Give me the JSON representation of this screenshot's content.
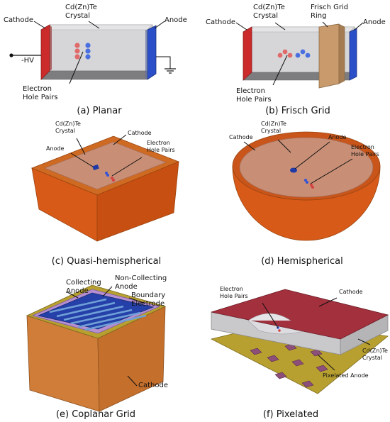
{
  "panels": {
    "a": {
      "caption": "(a) Planar",
      "cathode": "Cathode",
      "crystal": [
        "Cd(Zn)Te",
        "Crystal"
      ],
      "anode": "Anode",
      "bias": "-HV",
      "pairs": [
        "Electron",
        "Hole Pairs"
      ]
    },
    "b": {
      "caption": "(b) Frisch Grid",
      "cathode": "Cathode",
      "crystal": [
        "Cd(Zn)Te",
        "Crystal"
      ],
      "ring": [
        "Frisch Grid",
        "Ring"
      ],
      "anode": "Anode",
      "pairs": [
        "Electron",
        "Hole Pairs"
      ]
    },
    "c": {
      "caption": "(c) Quasi-hemispherical",
      "crystal": [
        "Cd(Zn)Te",
        "Crystal"
      ],
      "cathode": "Cathode",
      "anode": "Anode",
      "pairs": [
        "Electron",
        "Hole Pairs"
      ]
    },
    "d": {
      "caption": "(d) Hemispherical",
      "crystal": [
        "Cd(Zn)Te",
        "Crystal"
      ],
      "cathode": "Cathode",
      "anode": "Anode",
      "pairs": [
        "Electron",
        "Hole Pairs"
      ]
    },
    "e": {
      "caption": "(e) Coplanar Grid",
      "collecting": [
        "Collecting",
        "Anode"
      ],
      "noncollecting": [
        "Non-Collecting",
        "Anode"
      ],
      "boundary": [
        "Boundary",
        "Electrode"
      ],
      "cathode": "Cathode"
    },
    "f": {
      "caption": "(f) Pixelated",
      "pairs": [
        "Electron",
        "Hole Pairs"
      ],
      "cathode": "Cathode",
      "crystal": [
        "Cd(Zn)Te",
        "Crystal"
      ],
      "anode": "Pixelated Anode"
    }
  },
  "colors": {
    "cathode_red": "#cc2b2b",
    "anode_blue": "#2b4fc9",
    "crystal_gray": "#c9c9cc",
    "ring_tan": "#c99a6c",
    "body_orange": "#d85a18",
    "face_tan": "#c98f76",
    "gold": "#b8a030",
    "pixel_purple": "#8c4f7a",
    "pixel_cathode": "#a3303d"
  }
}
